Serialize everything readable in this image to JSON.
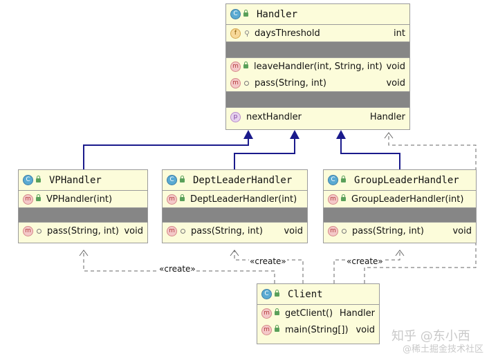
{
  "handler": {
    "name": "Handler",
    "fields": [
      {
        "name": "daysThreshold",
        "type": "int"
      }
    ],
    "methods": [
      {
        "name": "leaveHandler(int, String, int)",
        "type": "void"
      },
      {
        "name": "pass(String, int)",
        "type": "void"
      }
    ],
    "properties": [
      {
        "name": "nextHandler",
        "type": "Handler"
      }
    ]
  },
  "vp": {
    "name": "VPHandler",
    "ctor": "VPHandler(int)",
    "method": {
      "name": "pass(String, int)",
      "type": "void"
    }
  },
  "dept": {
    "name": "DeptLeaderHandler",
    "ctor": "DeptLeaderHandler(int)",
    "method": {
      "name": "pass(String, int)",
      "type": "void"
    }
  },
  "group": {
    "name": "GroupLeaderHandler",
    "ctor": "GroupLeaderHandler(int)",
    "method": {
      "name": "pass(String, int)",
      "type": "void"
    }
  },
  "client": {
    "name": "Client",
    "methods": [
      {
        "name": "getClient()",
        "type": "Handler"
      },
      {
        "name": "main(String[])",
        "type": "void"
      }
    ]
  },
  "relations": {
    "create_label": "«create»"
  },
  "icons": {
    "class": "C",
    "method": "m",
    "field": "f",
    "property": "p"
  },
  "watermark": {
    "line1": "知乎 @东小西",
    "line2": "@稀土掘金技术社区"
  }
}
